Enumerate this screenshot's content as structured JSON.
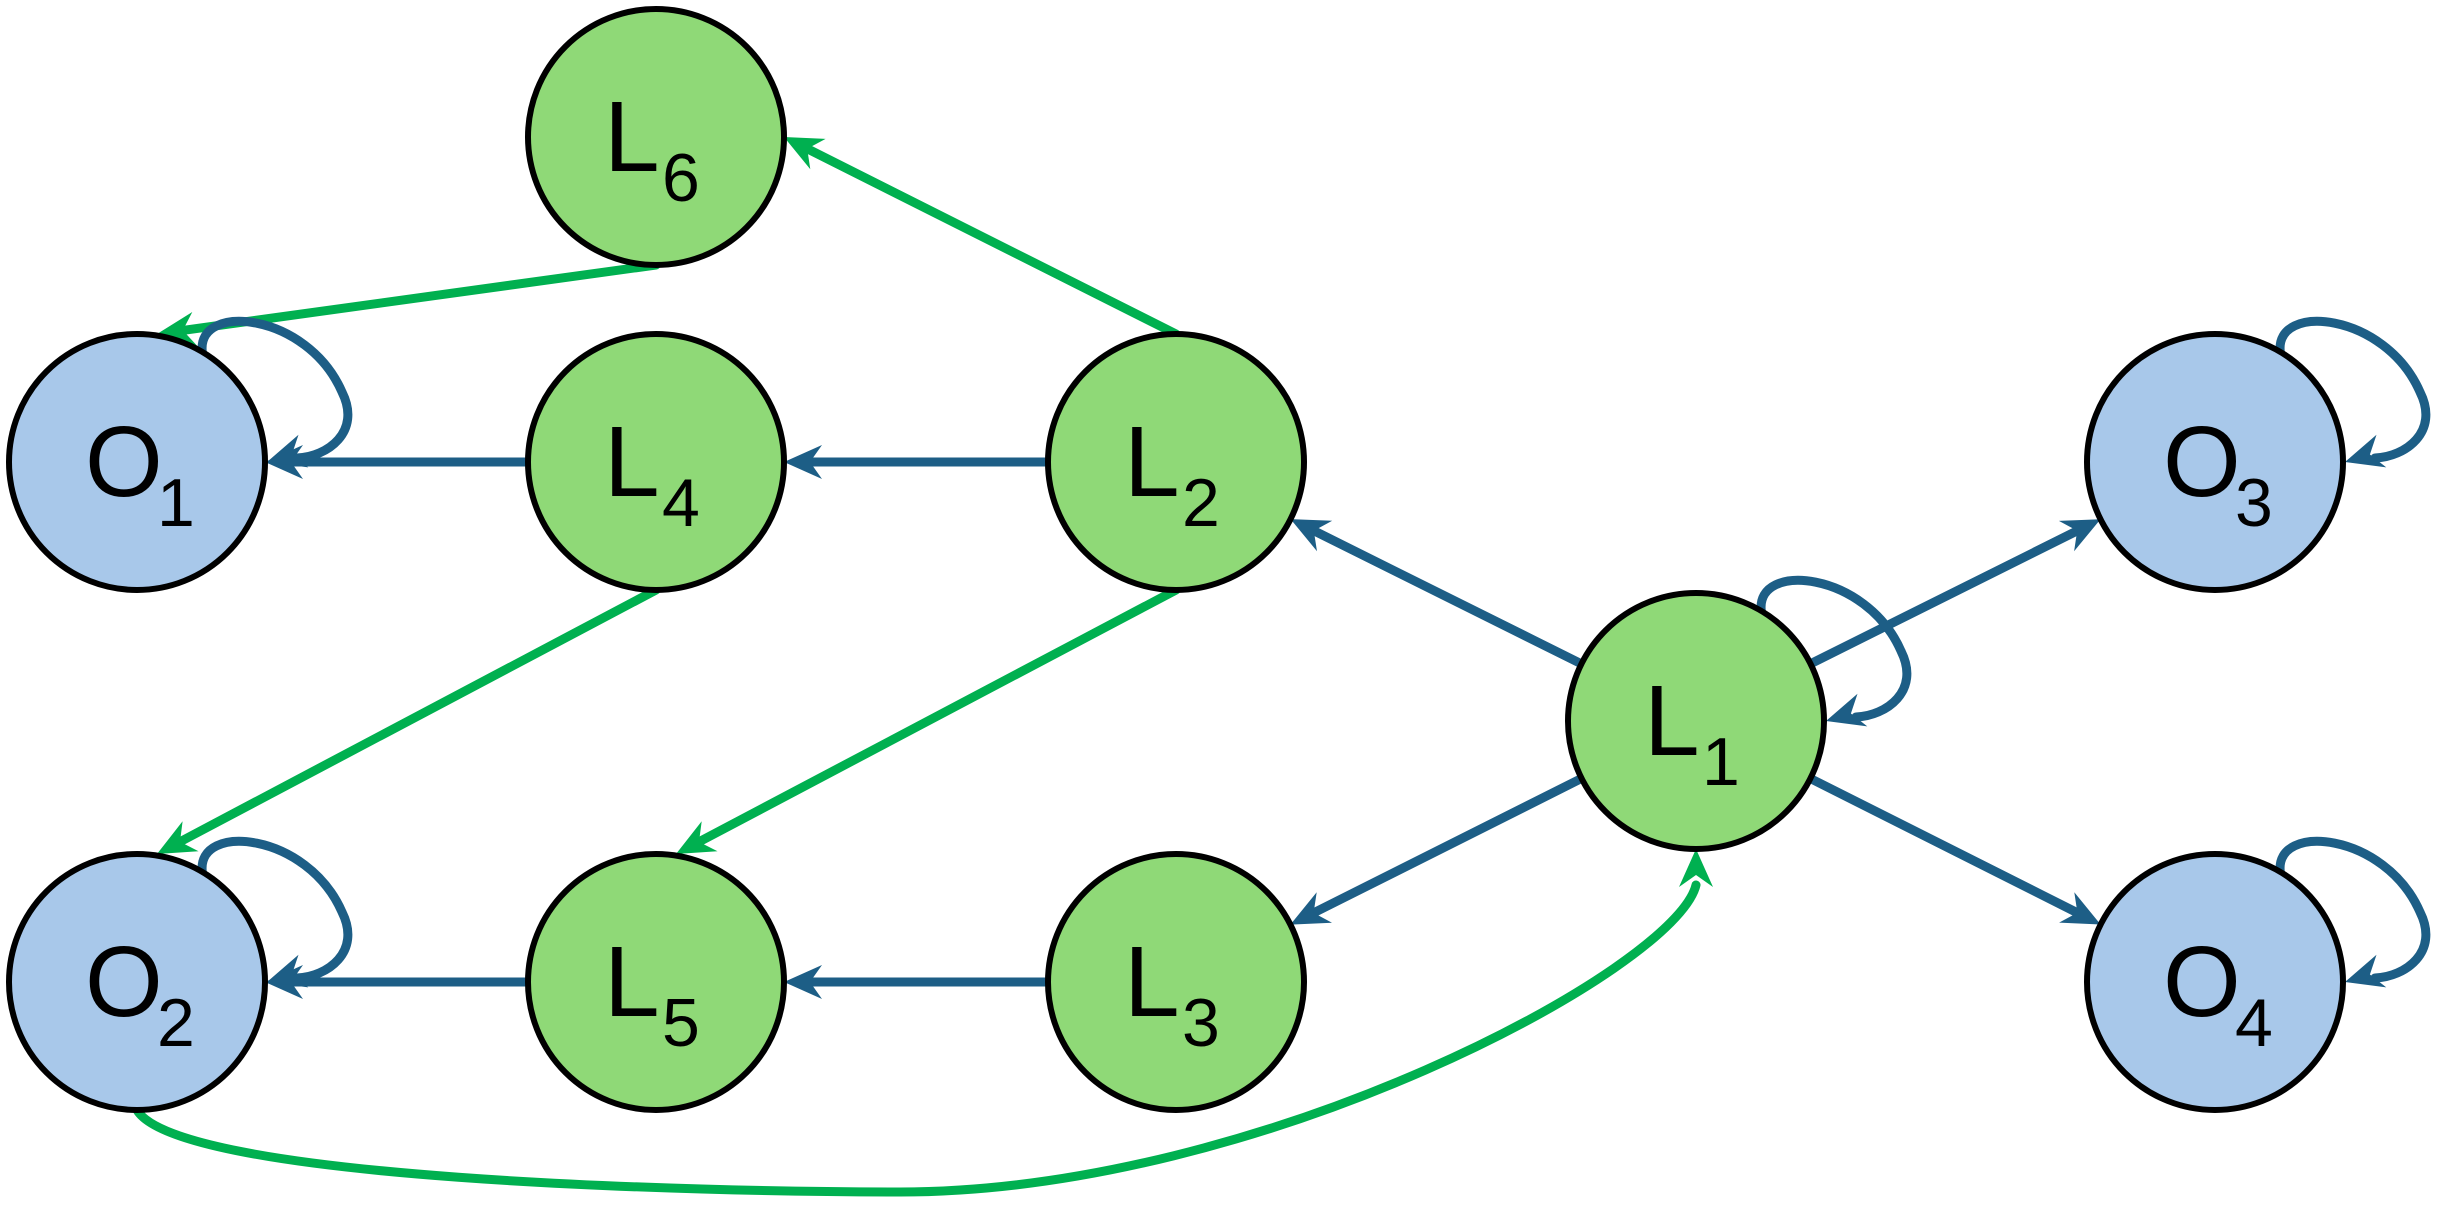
{
  "colors": {
    "latent_fill": "#8fd977",
    "observed_fill": "#a8c8ea",
    "node_stroke": "#000000",
    "green_edge": "#00b050",
    "blue_edge": "#1d5e86"
  },
  "nodes": [
    {
      "id": "L6",
      "main": "L",
      "sub": "6",
      "kind": "latent"
    },
    {
      "id": "O1",
      "main": "O",
      "sub": "1",
      "kind": "observed"
    },
    {
      "id": "L4",
      "main": "L",
      "sub": "4",
      "kind": "latent"
    },
    {
      "id": "L2",
      "main": "L",
      "sub": "2",
      "kind": "latent"
    },
    {
      "id": "O3",
      "main": "O",
      "sub": "3",
      "kind": "observed"
    },
    {
      "id": "L1",
      "main": "L",
      "sub": "1",
      "kind": "latent"
    },
    {
      "id": "O2",
      "main": "O",
      "sub": "2",
      "kind": "observed"
    },
    {
      "id": "L5",
      "main": "L",
      "sub": "5",
      "kind": "latent"
    },
    {
      "id": "L3",
      "main": "L",
      "sub": "3",
      "kind": "latent"
    },
    {
      "id": "O4",
      "main": "O",
      "sub": "4",
      "kind": "observed"
    }
  ],
  "edges": [
    {
      "from": "L6",
      "to": "O1",
      "color": "green"
    },
    {
      "from": "L2",
      "to": "L6",
      "color": "green"
    },
    {
      "from": "L4",
      "to": "O2",
      "color": "green"
    },
    {
      "from": "L2",
      "to": "L5",
      "color": "green"
    },
    {
      "from": "O2",
      "to": "L1",
      "color": "green"
    },
    {
      "from": "L4",
      "to": "O1",
      "color": "blue"
    },
    {
      "from": "L2",
      "to": "L4",
      "color": "blue"
    },
    {
      "from": "L1",
      "to": "L2",
      "color": "blue"
    },
    {
      "from": "L1",
      "to": "O3",
      "color": "blue"
    },
    {
      "from": "L1",
      "to": "L3",
      "color": "blue"
    },
    {
      "from": "L1",
      "to": "O4",
      "color": "blue"
    },
    {
      "from": "L5",
      "to": "O2",
      "color": "blue"
    },
    {
      "from": "L3",
      "to": "L5",
      "color": "blue"
    },
    {
      "from": "O1",
      "to": "O1",
      "color": "blue"
    },
    {
      "from": "O2",
      "to": "O2",
      "color": "blue"
    },
    {
      "from": "O3",
      "to": "O3",
      "color": "blue"
    },
    {
      "from": "O4",
      "to": "O4",
      "color": "blue"
    },
    {
      "from": "L1",
      "to": "L1",
      "color": "blue"
    }
  ]
}
